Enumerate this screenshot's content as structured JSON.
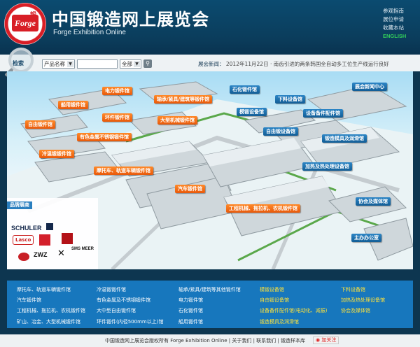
{
  "header": {
    "title": "中国锻造网上展览会",
    "subtitle": "Forge Exhibition Online",
    "logo_text": "Forge",
    "logo_badge": "锻",
    "links": [
      "参观指南",
      "展位申请",
      "收藏本站",
      "ENGLISH"
    ]
  },
  "search": {
    "button_label": "检索",
    "category_select": "产品名称",
    "scope_select": "全部",
    "input_value": "",
    "news_label": "展会新闻：",
    "news_text": "2012年11月22日 · 南齿引进的两条韩国全自动多工位生产线运行良好"
  },
  "map": {
    "brand_title": "品牌展商",
    "brands": [
      "SCHULER",
      "Lasco",
      "ZWZ",
      "SMS MEER"
    ],
    "orange_labels": [
      "电力锻件馆",
      "船用锻件馆",
      "轴承/紧具/建筑等锻件馆",
      "环件锻件馆",
      "大型机械锻件馆",
      "自由锻件馆",
      "有色金属不锈钢锻件馆",
      "冷温锻锻件馆",
      "摩托车、轨道车辆锻件馆",
      "汽车锻件馆",
      "工程机械、拖拉机、农机锻件馆"
    ],
    "blue_labels": [
      "石化锻件馆",
      "下料设备馆",
      "展会新闻中心",
      "模锻设备馆",
      "设备备件配件馆",
      "自由锻设备馆",
      "锻造模具及润滑馆",
      "加热及热处理设备馆",
      "协会及媒体馆",
      "主办办公室"
    ]
  },
  "bottom_links": [
    [
      "摩托车、轨道车辆锻件馆",
      "汽车锻件馆",
      "工程机械、拖拉机、农机锻件馆",
      "矿山、冶金、大型机械锻件馆"
    ],
    [
      "冷温锻锻件馆",
      "有色金属及不锈钢锻件馆",
      "大中型自由锻件馆",
      "环件锻件(内径500mm以上)馆"
    ],
    [
      "轴承/紧具/建筑等其他锻件馆",
      "电力锻件馆",
      "石化锻件馆",
      "船用锻件馆"
    ],
    [
      "模锻设备馆",
      "自由锻设备馆",
      "设备备件配件馆(电动化、减振)",
      "锻造模具及润滑馆"
    ],
    [
      "下料设备馆",
      "加热及热处理设备馆",
      "协会及媒体馆"
    ]
  ],
  "footer": {
    "text": "中国锻造网上展览会版权所有 Forge Exhibition Online  |  关于我们  |  联系我们  |  锻造样本库",
    "follow_label": "加关注"
  },
  "colors": {
    "header_bg": "#0b4b70",
    "orange_label": "#e8590a",
    "blue_label": "#125d96",
    "link_bar": "#1777bd",
    "link_highlight": "#ffe23a",
    "english_link": "#33d05a"
  }
}
